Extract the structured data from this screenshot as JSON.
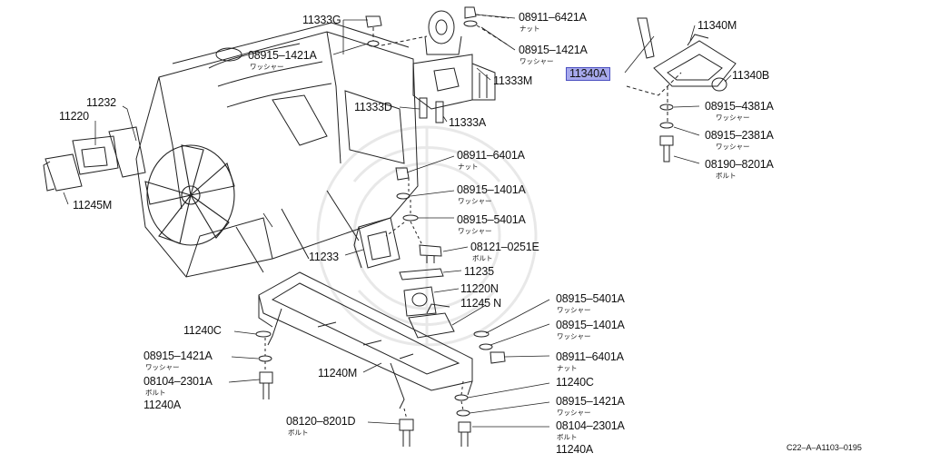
{
  "labels": {
    "l11333G": "11333G",
    "l08911_6421A": "08911–6421A",
    "l08915_1421A_top": "08915–1421A",
    "l08915_1421A_left": "08915–1421A",
    "l11333M": "11333M",
    "l11340M": "11340M",
    "l11340A": "11340A",
    "l11340B": "11340B",
    "l11333D": "11333D",
    "l11333A": "11333A",
    "l08915_4381A": "08915–4381A",
    "l08915_2381A": "08915–2381A",
    "l08190_8201A": "08190–8201A",
    "l11232": "11232",
    "l11220": "11220",
    "l11245M": "11245M",
    "l08911_6401A_top": "08911–6401A",
    "l08915_1401A_top": "08915–1401A",
    "l08915_5401A_top": "08915–5401A",
    "l08121_0251E": "08121–0251E",
    "l11233": "11233",
    "l11235": "11235",
    "l11220N": "11220N",
    "l11245N": "11245 N",
    "l08915_5401A_bot": "08915–5401A",
    "l08915_1401A_bot": "08915–1401A",
    "l08911_6401A_bot": "08911–6401A",
    "l11240C_left": "11240C",
    "l08915_1421A_bl": "08915–1421A",
    "l08104_2301A_left": "08104–2301A",
    "l11240A_left": "11240A",
    "l11240M": "11240M",
    "l11240C_right": "11240C",
    "l08915_1421A_br": "08915–1421A",
    "l08104_2301A_right": "08104–2301A",
    "l11240A_right": "11240A",
    "l08120_8201D": "08120–8201D"
  },
  "katakana": {
    "nut": "ナット",
    "washer": "ワッシャー",
    "bolt": "ボルト"
  },
  "reference_code": "C22–A–A1103–0195",
  "colors": {
    "highlight_fill": "#a7a9ec",
    "highlight_border": "#4a4fc0",
    "line": "#222222"
  }
}
